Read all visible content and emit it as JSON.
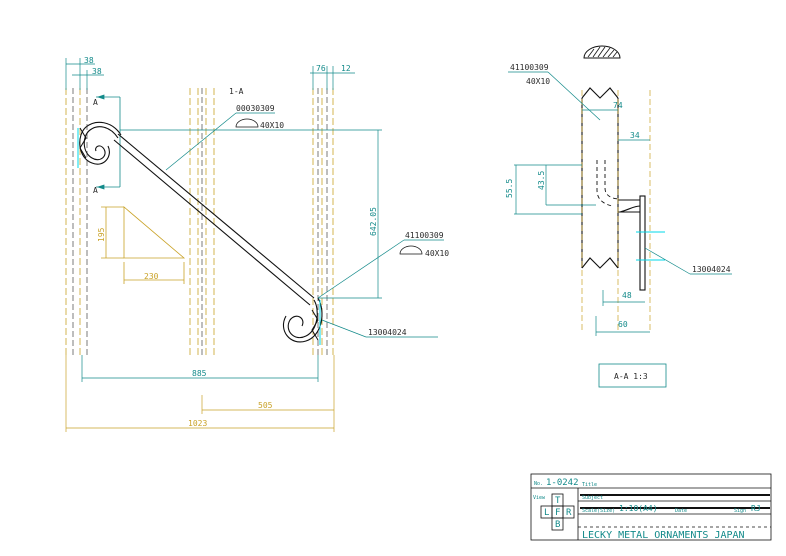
{
  "colors": {
    "dimension": "#138a8a",
    "overall_dimension": "#c9a227",
    "part_outline": "#111111",
    "centerline": "#b8860b",
    "cyan_accent": "#00d8e8"
  },
  "front_view": {
    "section_mark": "1-A",
    "section_letter_top": "A",
    "section_letter_bottom": "A",
    "dims": {
      "top_left_outer": "38",
      "top_left_inner": "38",
      "top_right_outer": "76",
      "top_right_inner": "12",
      "vertical_drop": "642.05",
      "span": "885",
      "right_offset": "505",
      "overall": "1023",
      "bracket_height": "195",
      "bracket_width": "230"
    },
    "callouts": {
      "arm_part": "00030309",
      "arm_size": "40X10",
      "lower_part": "41100309",
      "lower_size": "40X10",
      "scroll_part": "13004024"
    }
  },
  "section_view": {
    "callouts": {
      "bar_part": "41100309",
      "bar_size": "40X10",
      "plate_part": "13004024"
    },
    "dims": {
      "top_width": "74",
      "right_offset": "34",
      "outer_height": "55.5",
      "inner_height": "43.5",
      "plate_offset": "48",
      "bottom_width": "60"
    },
    "caption": "A-A 1:3"
  },
  "title_block": {
    "no_label": "No.",
    "number": "1-0242",
    "title_label": "Title",
    "view_label": "View",
    "views": [
      "T",
      "L",
      "F",
      "R",
      "B"
    ],
    "subject_label": "Subject",
    "scale_label": "Scale(Size)",
    "scale": "1:10(A4)",
    "date_label": "Date",
    "sign_label": "Sign",
    "sign": "RJ",
    "company": "LECKY METAL ORNAMENTS JAPAN"
  }
}
